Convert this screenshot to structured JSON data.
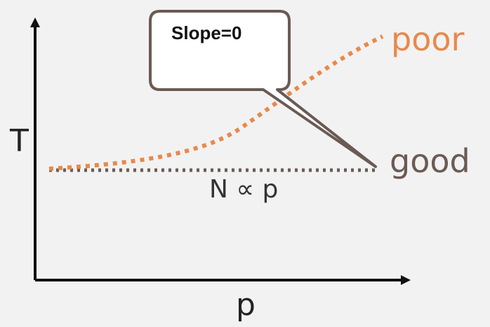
{
  "axes": {
    "x_label": "p",
    "y_label": "T",
    "color": "#111111"
  },
  "curves": {
    "poor": {
      "label": "poor",
      "color": "#e8894a"
    },
    "good": {
      "label": "good",
      "color": "#6b5a54"
    }
  },
  "relation_label": "N ∝ p",
  "callout": {
    "text": "Slope=0",
    "border_color": "#6b5a54",
    "fill_color": "#ffffff"
  }
}
